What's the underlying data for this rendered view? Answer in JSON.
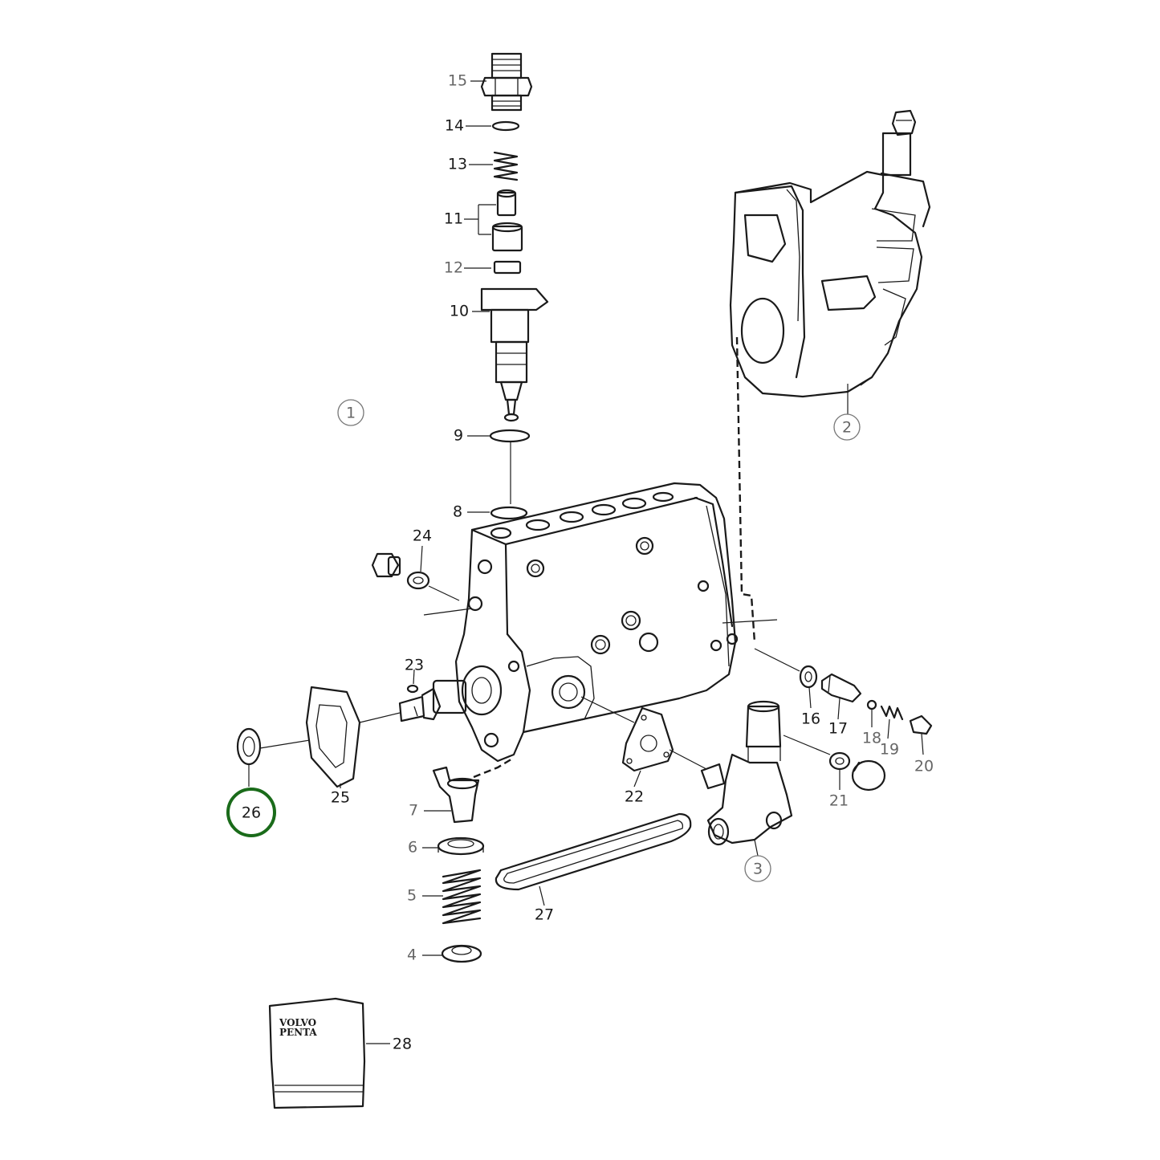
{
  "labels": {
    "p1": "1",
    "p2": "2",
    "p3": "3",
    "p4": "4",
    "p5": "5",
    "p6": "6",
    "p7": "7",
    "p8": "8",
    "p9": "9",
    "p10": "10",
    "p11": "11",
    "p12": "12",
    "p13": "13",
    "p14": "14",
    "p15": "15",
    "p16": "16",
    "p17": "17",
    "p18": "18",
    "p19": "19",
    "p20": "20",
    "p21": "21",
    "p22": "22",
    "p23": "23",
    "p24": "24",
    "p25": "25",
    "p26": "26",
    "p27": "27",
    "p28": "28"
  },
  "booklet": {
    "line1": "VOLVO",
    "line2": "PENTA"
  },
  "highlight": {
    "part": "26",
    "color": "#1a6b1a"
  }
}
